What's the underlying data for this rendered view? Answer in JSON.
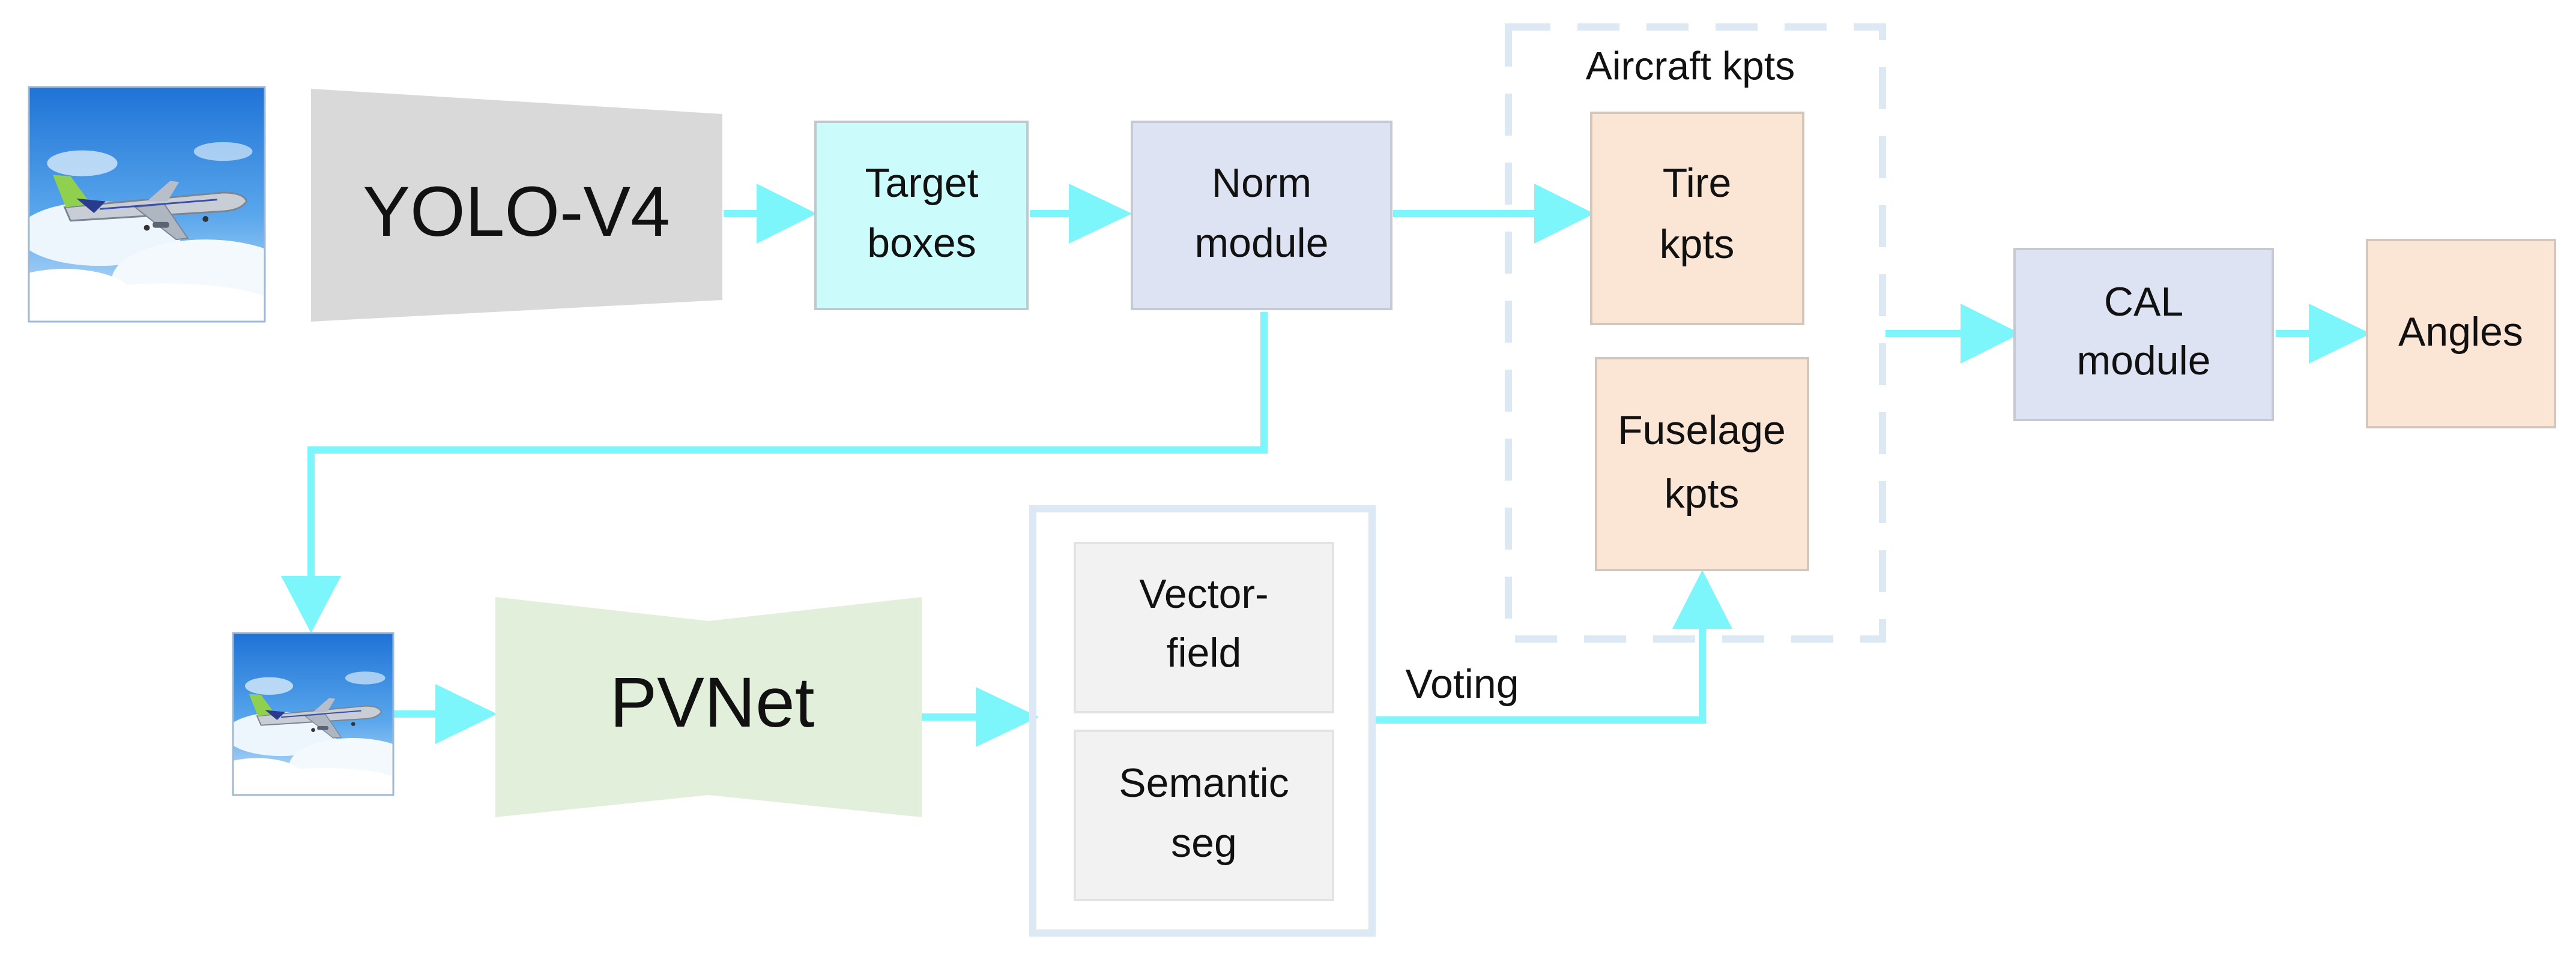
{
  "nodes": {
    "yolo": {
      "label": "YOLO-V4"
    },
    "target_boxes": {
      "line1": "Target",
      "line2": "boxes"
    },
    "norm_module": {
      "line1": "Norm",
      "line2": "module"
    },
    "aircraft_kpts_group": {
      "label": "Aircraft kpts"
    },
    "tire_kpts": {
      "line1": "Tire",
      "line2": "kpts"
    },
    "fuselage_kpts": {
      "line1": "Fuselage",
      "line2": "kpts"
    },
    "cal_module": {
      "line1": "CAL",
      "line2": "module"
    },
    "angles": {
      "label": "Angles"
    },
    "pvnet": {
      "label": "PVNet"
    },
    "vector_field": {
      "line1": "Vector-",
      "line2": "field"
    },
    "semantic_seg": {
      "line1": "Semantic",
      "line2": "seg"
    }
  },
  "edges": {
    "voting": {
      "label": "Voting"
    }
  },
  "images": {
    "input_image": {
      "depicts": "airplane in blue sky with clouds"
    },
    "crop_image": {
      "depicts": "airplane in blue sky with clouds"
    }
  },
  "colors": {
    "arrow": "#7cf5fb",
    "yolo_fill": "#d9d9d9",
    "target_fill": "#ccfbfc",
    "norm_fill": "#dde3f2",
    "kpts_fill": "#fbe5d5",
    "cal_fill": "#dde3f2",
    "angles_fill": "#fbe5d5",
    "pvnet_fill": "#e2efda",
    "seg_fill": "#f2f2f2",
    "group_border": "#dce8f4"
  }
}
